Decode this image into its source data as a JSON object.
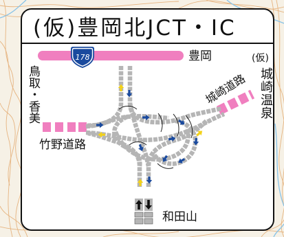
{
  "title": "(仮)豊岡北JCT・IC",
  "route_178": {
    "number": "178",
    "destination": "豊岡"
  },
  "destinations": {
    "north_east_prefix": "(仮)",
    "north_east": "城崎温泉",
    "west": "鳥取・香美",
    "south": "和田山"
  },
  "roads": {
    "west_road": "竹野道路",
    "east_road": "城崎道路"
  },
  "icons": {
    "route_shield": "national-route-shield-icon",
    "direction_arrow": "direction-arrow-icon",
    "bidirectional_marker": "up-down-arrow-icon"
  },
  "colors": {
    "route_bar": "#f07fbf",
    "route_shield": "#1a4a9e",
    "shield_border": "#ffffff",
    "planned_road": "#b5b5b5",
    "planned_link": "#f07fbf",
    "arrow_blue": "#1a4a9e",
    "arrow_yellow": "#f3d21a",
    "bridge_line": "#222222",
    "marker_arrow": "#111111",
    "contour": "#e6b480",
    "river": "#86c2e8"
  }
}
